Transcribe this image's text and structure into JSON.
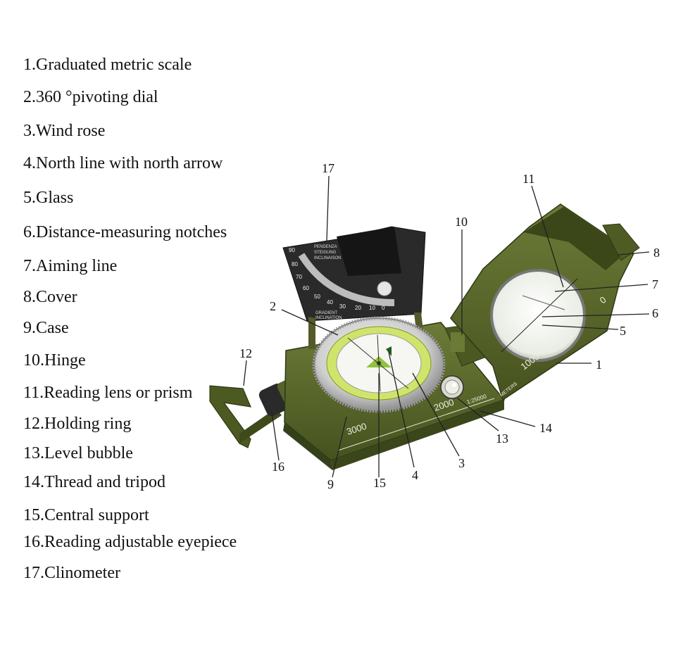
{
  "legend": [
    "1.Graduated metric scale",
    "2.360 °pivoting dial",
    "3.Wind rose",
    "4.North line with north arrow",
    "5.Glass",
    "6.Distance-measuring notches",
    "7.Aiming line",
    "8.Cover",
    "9.Case",
    "10.Hinge",
    "11.Reading lens or prism",
    "12.Holding ring",
    "13.Level bubble",
    "14.Thread and tripod",
    "15.Central support",
    "16.Reading adjustable eyepiece",
    "17.Clinometer"
  ],
  "callouts": [
    "1",
    "2",
    "3",
    "4",
    "5",
    "6",
    "7",
    "8",
    "9",
    "10",
    "11",
    "12",
    "13",
    "14",
    "15",
    "16",
    "17"
  ],
  "device_text": {
    "scale_3000": "3000",
    "scale_2000": "2000",
    "scale_1000": "1000",
    "scale_0": "0",
    "meters": "METERS",
    "ratio": "1:25000",
    "clino_top": [
      "PENDENZA",
      "STEIGUNG",
      "INCLINAISON"
    ],
    "clino_bottom": [
      "GRADIENT",
      "INCLINATION"
    ],
    "clino_numbers": [
      "90",
      "80",
      "70",
      "60",
      "50",
      "40",
      "30",
      "20",
      "10",
      "0"
    ]
  },
  "colors": {
    "olive": "#5b6a2e",
    "olive_dark": "#3f4a1e",
    "dial_green": "#c9e56a",
    "metal": "#c9c9c9"
  }
}
